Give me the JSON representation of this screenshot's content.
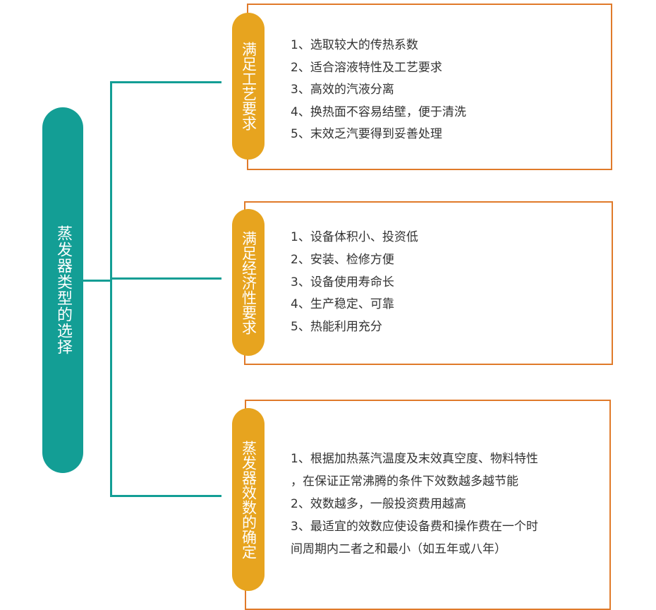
{
  "root": {
    "title": "蒸发器类型的选择"
  },
  "colors": {
    "root": "#139e95",
    "tag": "#e7a41f",
    "border": "#e07a2a"
  },
  "branches": [
    {
      "label": "满足工艺要求",
      "items": [
        "1、选取较大的传热系数",
        "2、适合溶液特性及工艺要求",
        "3、高效的汽液分离",
        "4、换热面不容易结壁，便于清洗",
        "5、末效乏汽要得到妥善处理"
      ]
    },
    {
      "label": "满足经济性要求",
      "items": [
        "1、设备体积小、投资低",
        "2、安装、检修方便",
        "3、设备使用寿命长",
        "4、生产稳定、可靠",
        "5、热能利用充分"
      ]
    },
    {
      "label": "蒸发器效数的确定",
      "items": [
        "1、根据加热蒸汽温度及末效真空度、物料特性",
        "，在保证正常沸腾的条件下效数越多越节能",
        "2、效数越多，一般投资费用越高",
        "3、最适宜的效数应使设备费和操作费在一个时",
        "间周期内二者之和最小（如五年或八年）"
      ]
    }
  ]
}
